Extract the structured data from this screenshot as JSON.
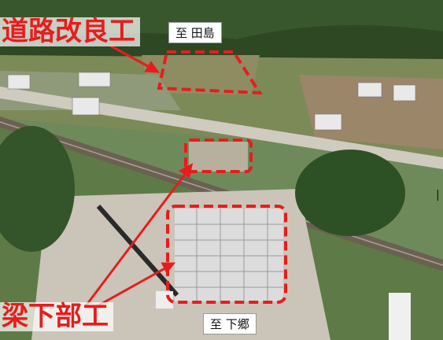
{
  "labels": {
    "road_improvement": "道路改良工",
    "bridge_substructure": "梁下部工",
    "to_tashima": "至 田島",
    "to_shimogo": "至 下郷",
    "edge_char": "|"
  },
  "colors": {
    "annotation_red": "#e81c1c",
    "forest": "#2f4a24",
    "field": "#7f8f58",
    "road": "#d8d6cc"
  }
}
